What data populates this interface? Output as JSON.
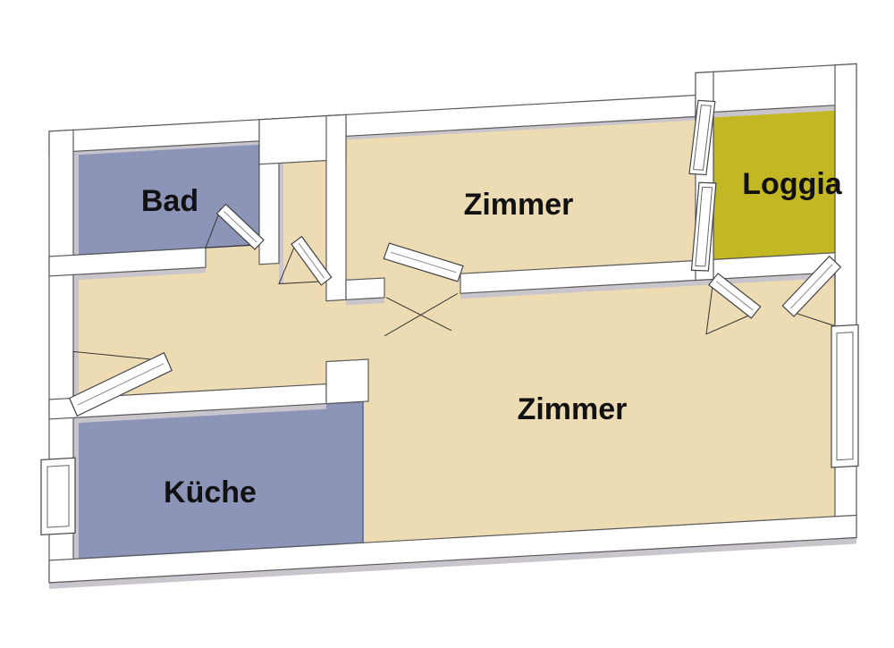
{
  "figure": {
    "type": "apartment-floor-plan-3d"
  },
  "rooms": {
    "bad": {
      "label": "Bad"
    },
    "zimmer_top": {
      "label": "Zimmer"
    },
    "loggia": {
      "label": "Loggia"
    },
    "zimmer_main": {
      "label": "Zimmer"
    },
    "kueche": {
      "label": "Küche"
    }
  },
  "colors": {
    "background": "#ffffff",
    "floor_main": "#ecdbb3",
    "floor_wet": "#8c95b8",
    "floor_wet_border": "#5a6490",
    "floor_loggia": "#c3b723",
    "floor_loggia_border": "#8f8812",
    "wall_fill": "#ffffff",
    "wall_shade": "#cac4cc",
    "outline": "#5a5a5a",
    "label_color": "#111111"
  }
}
